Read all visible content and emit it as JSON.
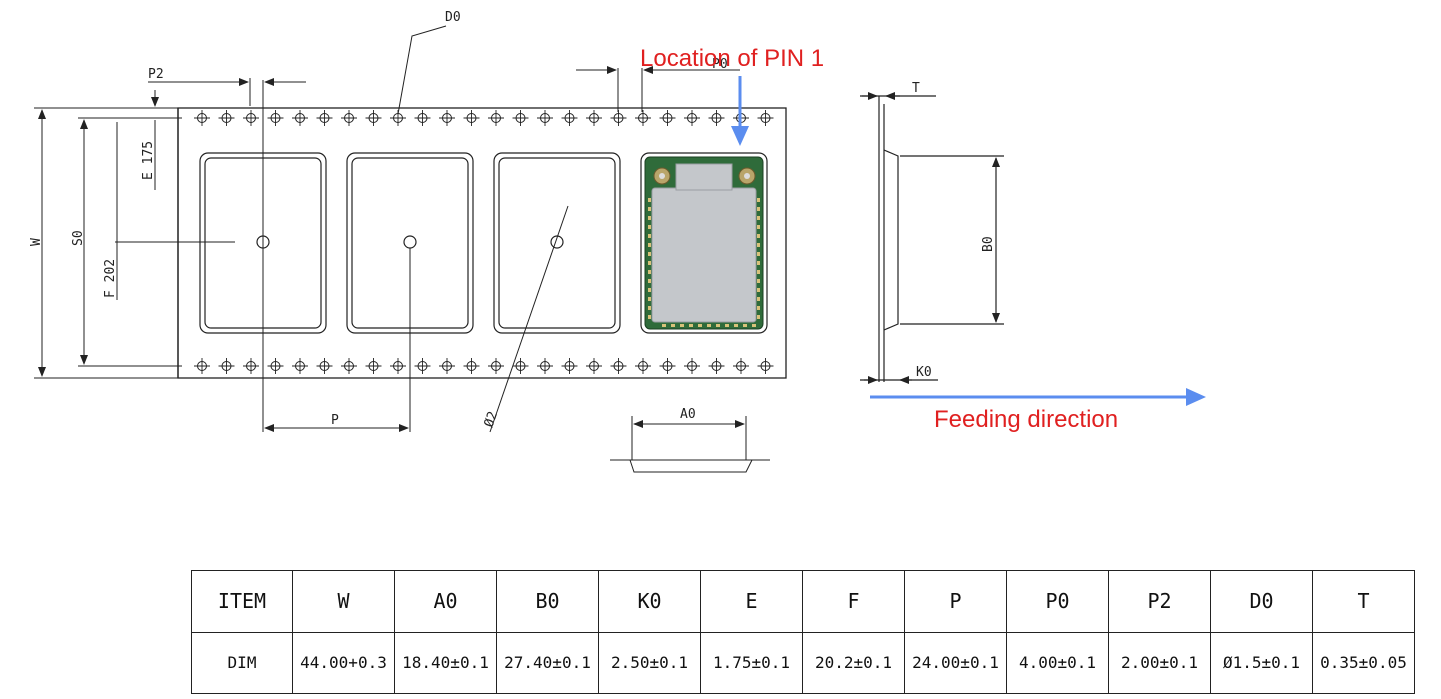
{
  "labels": {
    "d0": "D0",
    "pin1": "Location of PIN 1",
    "p2": "P2",
    "p0": "P0",
    "t": "T",
    "e": "E 175",
    "w": "W",
    "s0": "S0",
    "f": "F 202",
    "b0": "B0",
    "k0": "K0",
    "p": "P",
    "phi2": "Ø2",
    "a0": "A0",
    "feeding": "Feeding direction"
  },
  "colors": {
    "callout_text": "#e02020",
    "arrow_blue": "#5b8def",
    "line": "#222222",
    "pcb_green": "#2f6b3a",
    "shield_silver": "#c4c7cb"
  },
  "table": {
    "header": [
      "ITEM",
      "W",
      "A0",
      "B0",
      "K0",
      "E",
      "F",
      "P",
      "P0",
      "P2",
      "D0",
      "T"
    ],
    "row": [
      "DIM",
      "44.00+0.3",
      "18.40±0.1",
      "27.40±0.1",
      "2.50±0.1",
      "1.75±0.1",
      "20.2±0.1",
      "24.00±0.1",
      "4.00±0.1",
      "2.00±0.1",
      "Ø1.5±0.1",
      "0.35±0.05"
    ]
  }
}
